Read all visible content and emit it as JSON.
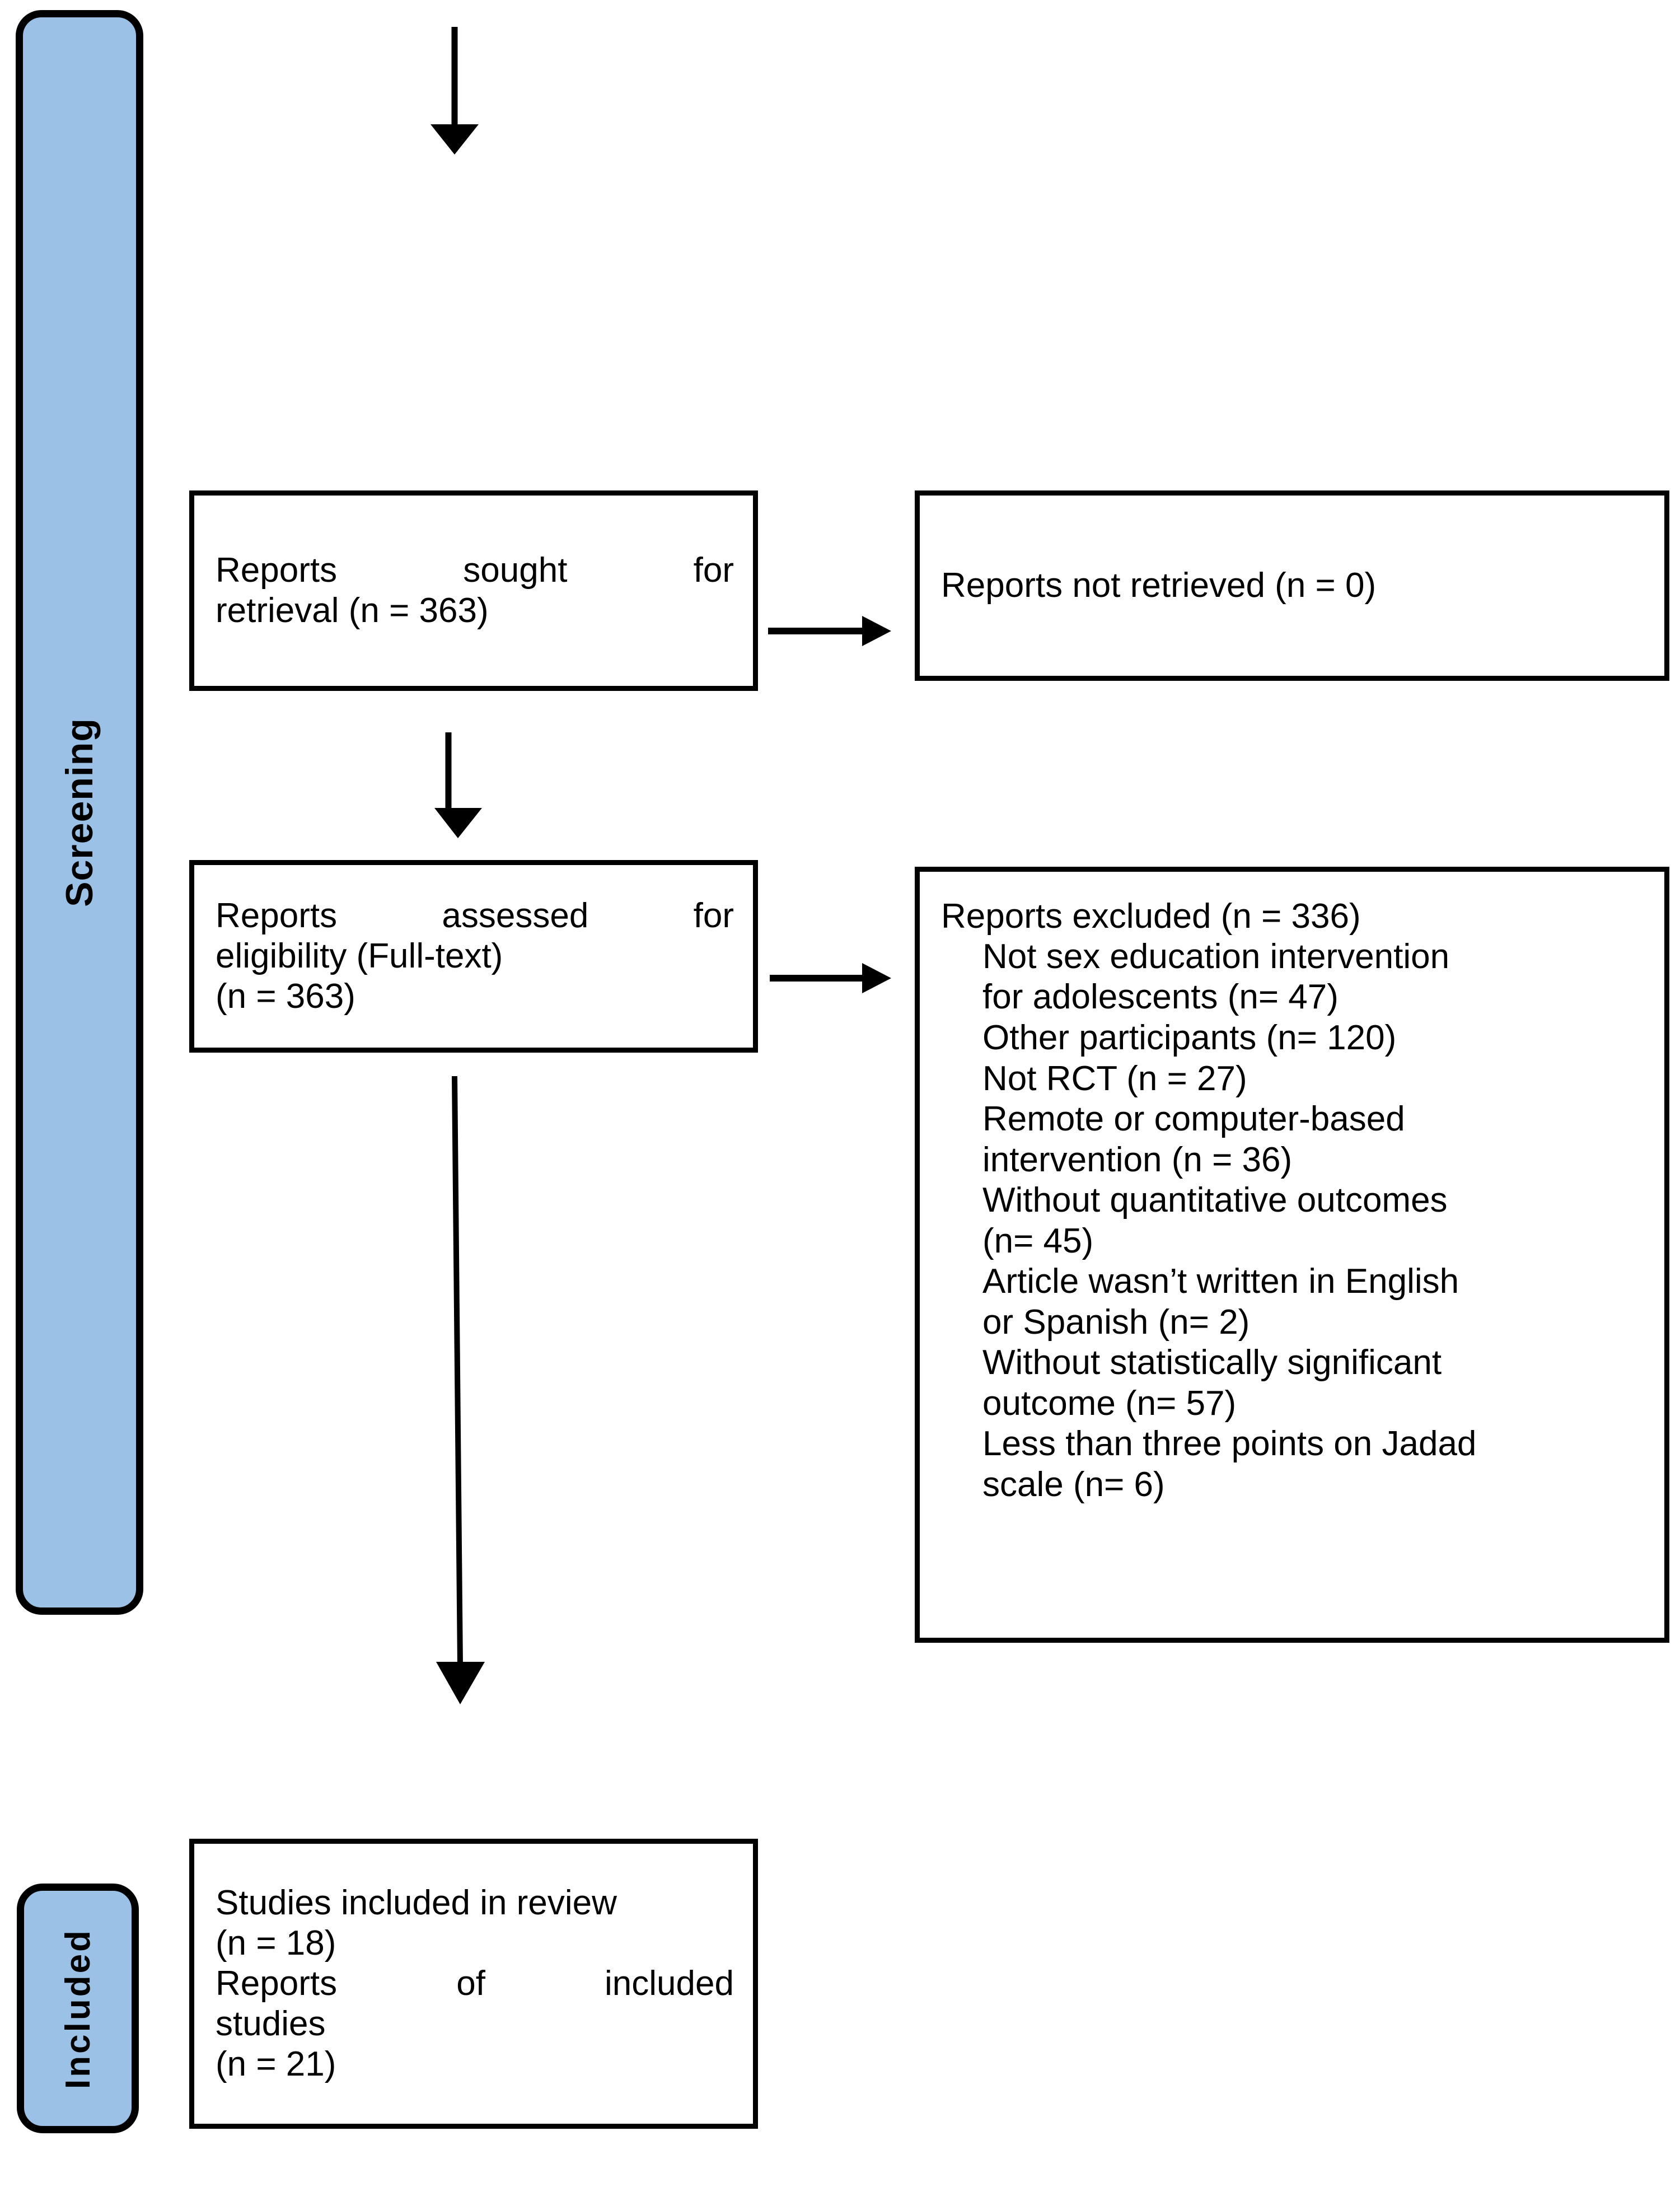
{
  "diagram": {
    "title": "PRISMA flow diagram",
    "accent_color": "#9BC2E6",
    "line_color": "#000000",
    "background": "#FFFFFF"
  },
  "phases": [
    {
      "id": "screening",
      "label": "Screening"
    },
    {
      "id": "included",
      "label": "Included"
    }
  ],
  "boxes": {
    "sought": {
      "line1": "Reports sought for",
      "line2": "retrieval (n = 363)"
    },
    "not_retrieved": {
      "line1": "Reports not retrieved (n = 0)"
    },
    "assessed": {
      "line1": "Reports assessed for",
      "line2": "eligibility (Full-text)",
      "line3": "(n = 363)"
    },
    "excluded": {
      "heading": "Reports excluded (n = 336)",
      "reasons": [
        {
          "line1": "Not sex education intervention",
          "line2": "for adolescents (n= 47)"
        },
        {
          "line1": "Other participants (n= 120)",
          "line2": ""
        },
        {
          "line1": "Not RCT (n = 27)",
          "line2": ""
        },
        {
          "line1": "Remote or computer-based",
          "line2": "intervention (n = 36)"
        },
        {
          "line1": "Without quantitative outcomes",
          "line2": "(n= 45)"
        },
        {
          "line1": "Article wasn’t written in English",
          "line2": "or Spanish (n= 2)"
        },
        {
          "line1": "Without statistically significant",
          "line2": "outcome (n= 57)"
        },
        {
          "line1": "Less than three points on Jadad",
          "line2": "scale (n= 6)"
        }
      ]
    },
    "included": {
      "line1": "Studies included in review",
      "line2": "(n = 18)",
      "line3": "Reports of included",
      "line4": "studies",
      "line5": "(n = 21)"
    }
  },
  "chart_data": {
    "type": "diagram",
    "title": "PRISMA 2020 flow diagram (screening and included phases)",
    "nodes": [
      {
        "id": "sought",
        "label": "Reports sought for retrieval",
        "n": 363,
        "phase": "Screening"
      },
      {
        "id": "not_retrieved",
        "label": "Reports not retrieved",
        "n": 0,
        "phase": "Screening"
      },
      {
        "id": "assessed",
        "label": "Reports assessed for eligibility (Full-text)",
        "n": 363,
        "phase": "Screening"
      },
      {
        "id": "excluded",
        "label": "Reports excluded",
        "n": 336,
        "phase": "Screening"
      },
      {
        "id": "studies",
        "label": "Studies included in review",
        "n": 18,
        "phase": "Included"
      },
      {
        "id": "reports",
        "label": "Reports of included studies",
        "n": 21,
        "phase": "Included"
      }
    ],
    "exclusion_reasons": [
      {
        "reason": "Not sex education intervention for adolescents",
        "n": 47
      },
      {
        "reason": "Other participants",
        "n": 120
      },
      {
        "reason": "Not RCT",
        "n": 27
      },
      {
        "reason": "Remote or computer-based intervention",
        "n": 36
      },
      {
        "reason": "Without quantitative outcomes",
        "n": 45
      },
      {
        "reason": "Article wasn’t written in English or Spanish",
        "n": 2
      },
      {
        "reason": "Without statistically significant outcome",
        "n": 57
      },
      {
        "reason": "Less than three points on Jadad scale",
        "n": 6
      }
    ],
    "edges": [
      {
        "from": "identification",
        "to": "sought",
        "direction": "down"
      },
      {
        "from": "sought",
        "to": "not_retrieved",
        "direction": "right"
      },
      {
        "from": "sought",
        "to": "assessed",
        "direction": "down"
      },
      {
        "from": "assessed",
        "to": "excluded",
        "direction": "right"
      },
      {
        "from": "assessed",
        "to": "studies",
        "direction": "down"
      }
    ]
  }
}
